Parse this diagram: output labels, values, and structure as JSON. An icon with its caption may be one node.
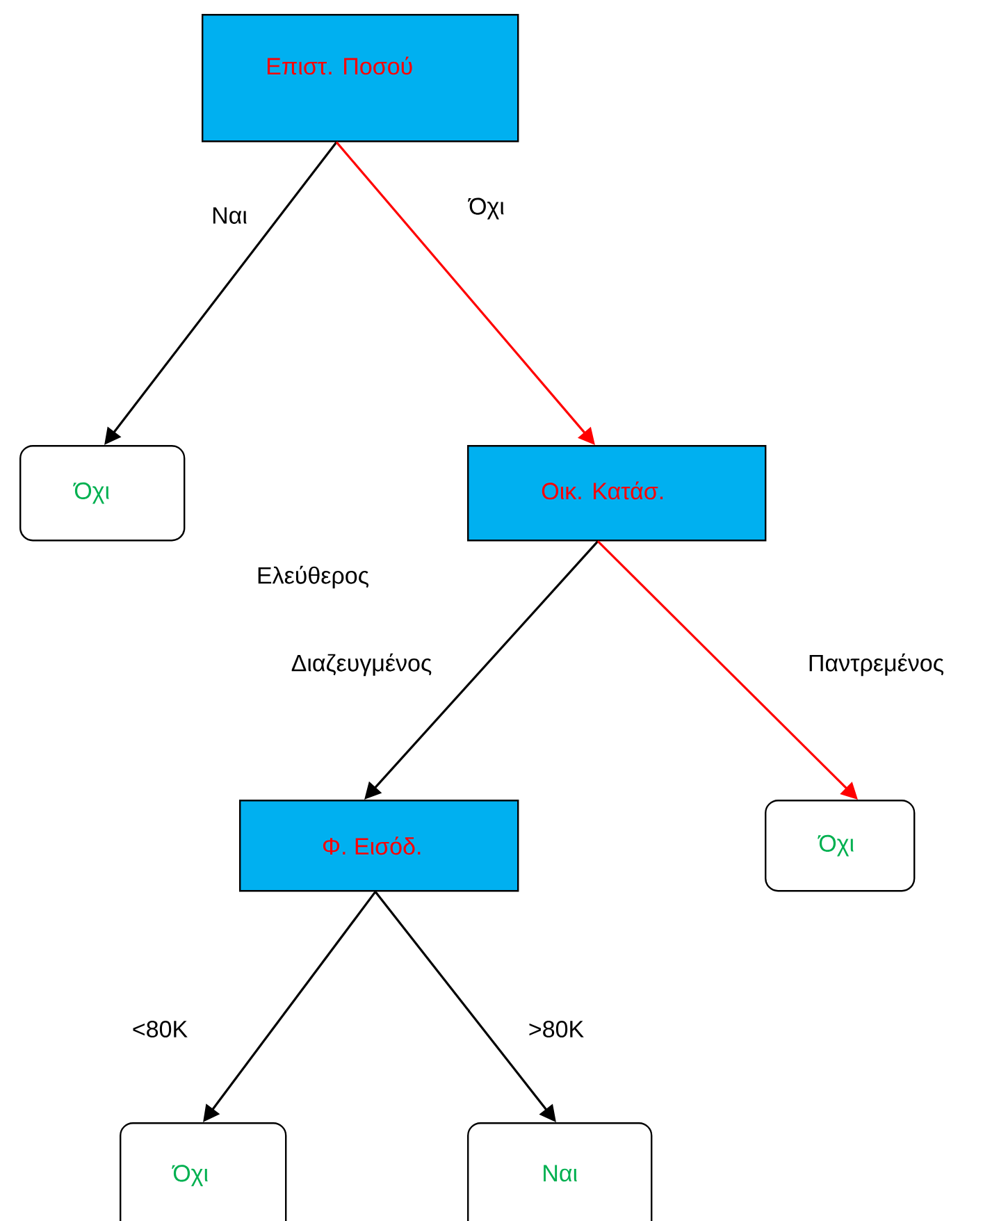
{
  "diagram": {
    "nodes": [
      {
        "text": [
          "Επιστ. Ποσού"
        ]
      },
      {
        "text": [
          "Όχι"
        ]
      },
      {
        "text": [
          "Οικ. Κατάσ."
        ]
      },
      {
        "text": [
          "Φ. Εισόδ."
        ]
      },
      {
        "text": [
          "Όχι"
        ]
      },
      {
        "text": [
          "Όχι"
        ]
      },
      {
        "text": [
          "Ναι"
        ]
      }
    ],
    "edges": [
      {
        "from": 0,
        "to": 1,
        "arrow": "to",
        "label": "Ναι"
      },
      {
        "from": 0,
        "to": 2,
        "arrow": "to",
        "label": "Όχι",
        "color": "#ff0000"
      },
      {
        "from": 2,
        "to": 3,
        "arrow": "to",
        "label": "Διαζευγμένος"
      },
      {
        "from": 2,
        "to": 4,
        "arrow": "to",
        "label": "Παντρεμένος",
        "color": "#ff0000"
      },
      {
        "from": 3,
        "to": 5,
        "arrow": "to",
        "label": "<80K"
      },
      {
        "from": 3,
        "to": 6,
        "arrow": "to",
        "label": ">80K"
      }
    ],
    "labels": [
      "Ελεύθερος"
    ]
  }
}
